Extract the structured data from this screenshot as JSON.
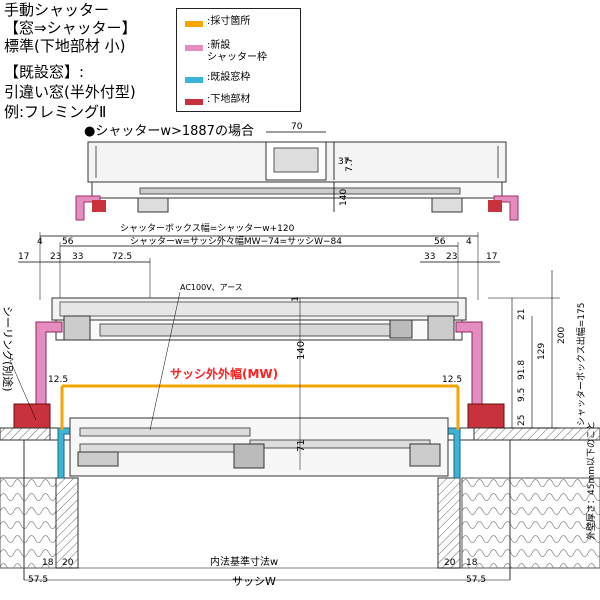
{
  "title": {
    "line1": "手動シャッター",
    "line2": "【窓⇒シャッター】",
    "line3": "標準(下地部材 小)"
  },
  "existing": {
    "line1": "【既設窓】:",
    "line2": "引違い窓(半外付型)",
    "line3": "例:フレミングⅡ"
  },
  "case_note": "●シャッターw>1887の場合",
  "legend": [
    {
      "label": ":採寸箇所",
      "color": "#f5a500"
    },
    {
      "label": ":新設\nシャッター枠",
      "color": "#e58cc0"
    },
    {
      "label": ":既設窓枠",
      "color": "#3cb4d8"
    },
    {
      "label": ":下地部材",
      "color": "#c8323c"
    }
  ],
  "colors": {
    "measure": "#f5a500",
    "new_frame": "#e58cc0",
    "old_frame": "#3cb4d8",
    "base": "#c8323c",
    "measure_text": "#ff2020"
  },
  "dims": {
    "top_70": "70",
    "top_37": "37",
    "top_7_7": "7.7",
    "top_140": "140",
    "box_width": "シャッターボックス幅=シャッターw+120",
    "shutter_w": "シャッターw=サッシ外々幅MW−74=サッシW−84",
    "d4_left": "4",
    "d56_left": "56",
    "d56_right": "56",
    "d4_right": "4",
    "d17_left": "17",
    "d23_left": "23",
    "d33_left": "33",
    "d72_5": "72.5",
    "d33_right": "33",
    "d23_right": "23",
    "d17_right": "17",
    "d1": "1",
    "d21": "21",
    "d140": "140",
    "d129": "129",
    "d91_8": "91.8",
    "d9_5": "9.5",
    "d25": "25",
    "d71": "71",
    "d200": "200",
    "d12_5_left": "12.5",
    "d12_5_right": "12.5",
    "d18_left": "18",
    "d18_right": "18",
    "d57_5_left": "57.5",
    "d57_5_right": "57.5",
    "d20_left": "20",
    "d20_right": "20"
  },
  "labels": {
    "ac": "AC100V、アース",
    "measure": "サッシ外外幅(MW)",
    "sealing": "シーリング(別途)",
    "box_depth": "シャッターボックス出幅=175",
    "wall_note": "外壁厚さ：45mm以下のこと",
    "inner_w": "内法基準寸法w",
    "sash_w": "サッシW"
  }
}
